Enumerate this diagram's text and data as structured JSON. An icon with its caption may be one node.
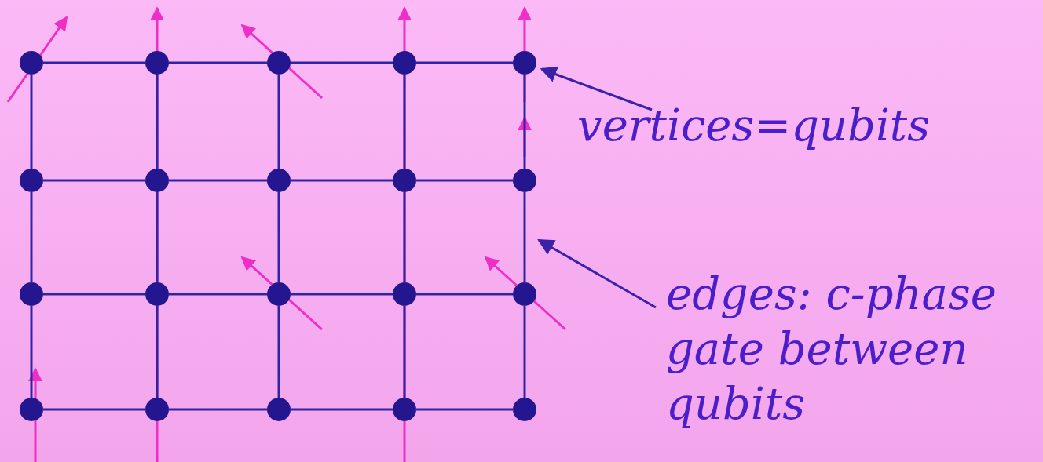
{
  "diagram": {
    "nodes": [
      {
        "text": [],
        "shape": "circle"
      },
      {
        "text": [],
        "shape": "circle"
      },
      {
        "text": [],
        "shape": "circle"
      },
      {
        "text": [],
        "shape": "circle"
      },
      {
        "text": [],
        "shape": "circle"
      },
      {
        "text": [],
        "shape": "circle"
      },
      {
        "text": [],
        "shape": "circle"
      },
      {
        "text": [],
        "shape": "circle"
      },
      {
        "text": [],
        "shape": "circle"
      },
      {
        "text": [],
        "shape": "circle"
      },
      {
        "text": [],
        "shape": "circle"
      },
      {
        "text": [],
        "shape": "circle"
      },
      {
        "text": [],
        "shape": "circle"
      },
      {
        "text": [],
        "shape": "circle"
      },
      {
        "text": [],
        "shape": "circle"
      },
      {
        "text": [],
        "shape": "circle"
      },
      {
        "text": [],
        "shape": "circle"
      },
      {
        "text": [],
        "shape": "circle"
      },
      {
        "text": [],
        "shape": "circle"
      },
      {
        "text": [],
        "shape": "circle"
      },
      {
        "text": [
          "vertices=qubits"
        ]
      },
      {
        "text": [
          "edges: c-phase gate between qubits"
        ]
      }
    ],
    "edges": [
      {
        "from": 0,
        "to": 1,
        "arrow": "none"
      },
      {
        "from": 1,
        "to": 2,
        "arrow": "none"
      },
      {
        "from": 2,
        "to": 3,
        "arrow": "none"
      },
      {
        "from": 3,
        "to": 4,
        "arrow": "none"
      },
      {
        "from": 5,
        "to": 6,
        "arrow": "none"
      },
      {
        "from": 6,
        "to": 7,
        "arrow": "none"
      },
      {
        "from": 7,
        "to": 8,
        "arrow": "none"
      },
      {
        "from": 8,
        "to": 9,
        "arrow": "none"
      },
      {
        "from": 10,
        "to": 11,
        "arrow": "none"
      },
      {
        "from": 11,
        "to": 12,
        "arrow": "none"
      },
      {
        "from": 12,
        "to": 13,
        "arrow": "none"
      },
      {
        "from": 13,
        "to": 14,
        "arrow": "none"
      },
      {
        "from": 15,
        "to": 16,
        "arrow": "none"
      },
      {
        "from": 16,
        "to": 17,
        "arrow": "none"
      },
      {
        "from": 17,
        "to": 18,
        "arrow": "none"
      },
      {
        "from": 18,
        "to": 19,
        "arrow": "none"
      },
      {
        "from": 0,
        "to": 5,
        "arrow": "none"
      },
      {
        "from": 1,
        "to": 6,
        "arrow": "none"
      },
      {
        "from": 2,
        "to": 7,
        "arrow": "none"
      },
      {
        "from": 3,
        "to": 8,
        "arrow": "none"
      },
      {
        "from": 4,
        "to": 9,
        "arrow": "none"
      },
      {
        "from": 5,
        "to": 10,
        "arrow": "none"
      },
      {
        "from": 6,
        "to": 11,
        "arrow": "none"
      },
      {
        "from": 7,
        "to": 12,
        "arrow": "none"
      },
      {
        "from": 8,
        "to": 13,
        "arrow": "none"
      },
      {
        "from": 9,
        "to": 14,
        "arrow": "none"
      },
      {
        "from": 10,
        "to": 15,
        "arrow": "none"
      },
      {
        "from": 11,
        "to": 16,
        "arrow": "none"
      },
      {
        "from": 12,
        "to": 17,
        "arrow": "none"
      },
      {
        "from": 13,
        "to": 18,
        "arrow": "none"
      },
      {
        "from": 14,
        "to": 19,
        "arrow": "none"
      },
      {
        "from": 20,
        "to": 4,
        "arrow": "to"
      },
      {
        "from": 21,
        "to": null,
        "arrow": "to"
      }
    ]
  }
}
